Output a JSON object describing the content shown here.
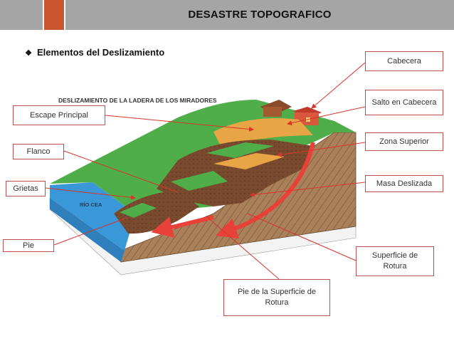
{
  "title": "DESASTRE TOPOGRAFICO",
  "bullet": "Elementos del Deslizamiento",
  "figure_title": "DESLIZAMIENTO DE LA LADERA DE LOS MIRADORES",
  "river": "RÍO CEA",
  "labels": {
    "cabecera": "Cabecera",
    "salto": "Salto en Cabecera",
    "zona_superior": "Zona Superior",
    "masa": "Masa Deslizada",
    "superficie": "Superficie de Rotura",
    "pie_superficie": "Pie de la Superficie de Rotura",
    "escape": "Escape Principal",
    "flanco": "Flanco",
    "grietas": "Grietas",
    "pie": "Pie"
  },
  "colors": {
    "accent": "#c9562d",
    "bar": "#a5a5a5",
    "grass": "#4fae4a",
    "soil": "#a9805a",
    "mass": "#7a4a2e",
    "orange": "#e8a545",
    "water": "#3a98d9",
    "line": "#d9342b"
  }
}
